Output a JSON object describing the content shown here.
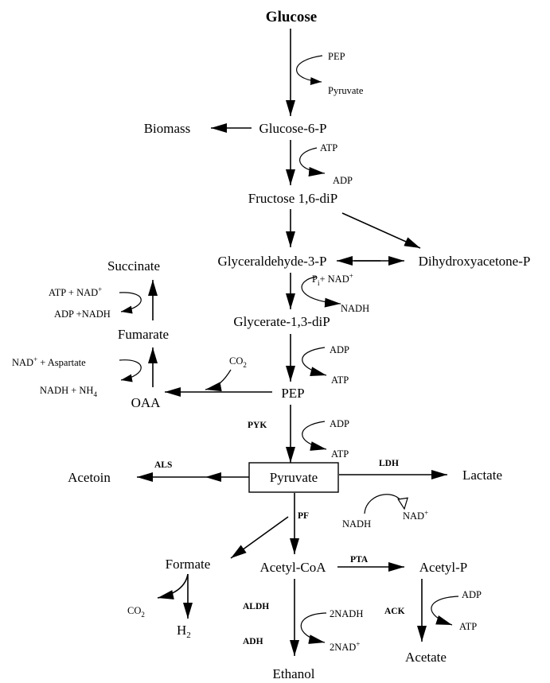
{
  "metabolites": {
    "glucose": "Glucose",
    "glucose6p": "Glucose-6-P",
    "biomass": "Biomass",
    "fructose16dip": "Fructose 1,6-diP",
    "g3p": "Glyceraldehyde-3-P",
    "dhap": "Dihydroxyacetone-P",
    "glycerate13dip": "Glycerate-1,3-diP",
    "pep": "PEP",
    "oaa": "OAA",
    "fumarate": "Fumarate",
    "succinate": "Succinate",
    "pyruvate": "Pyruvate",
    "acetoin": "Acetoin",
    "lactate": "Lactate",
    "formate": "Formate",
    "acetylcoa": "Acetyl-CoA",
    "acetylp": "Acetyl-P",
    "acetate": "Acetate",
    "ethanol": "Ethanol"
  },
  "cofactors": {
    "pep_in": "PEP",
    "pyruvate_out": "Pyruvate",
    "atp1": "ATP",
    "adp1": "ADP",
    "pi_nad_p": "P",
    "pi_nad_sub": "i",
    "pi_nad_rest": "+ NAD",
    "pi_nad_sup": "+",
    "nadh1": "NADH",
    "adp2": "ADP",
    "atp2": "ATP",
    "co2_pep": "CO",
    "co2_pep_sub": "2",
    "adp3": "ADP",
    "atp3": "ATP",
    "succ_atp": "ATP + NAD",
    "succ_atp_sup": "+",
    "succ_adp": "ADP +NADH",
    "fum_nad": "NAD",
    "fum_nad_sup": "+",
    "fum_asp": " + Aspartate",
    "oaa_nadh": "NADH + NH",
    "oaa_nadh_sub": "4",
    "ldh_nadh": "NADH",
    "ldh_nad": "NAD",
    "ldh_nad_sup": "+",
    "co2_formate": "CO",
    "co2_formate_sub": "2",
    "h2": "H",
    "h2_sub": "2",
    "nadh2": "2NADH",
    "nad2": "2NAD",
    "nad2_sup": "+",
    "adp4": "ADP",
    "atp4": "ATP"
  },
  "enzymes": {
    "pyk": "PYK",
    "als": "ALS",
    "ldh": "LDH",
    "pf": "PF",
    "pta": "PTA",
    "aldh": "ALDH",
    "adh": "ADH",
    "ack": "ACK"
  }
}
